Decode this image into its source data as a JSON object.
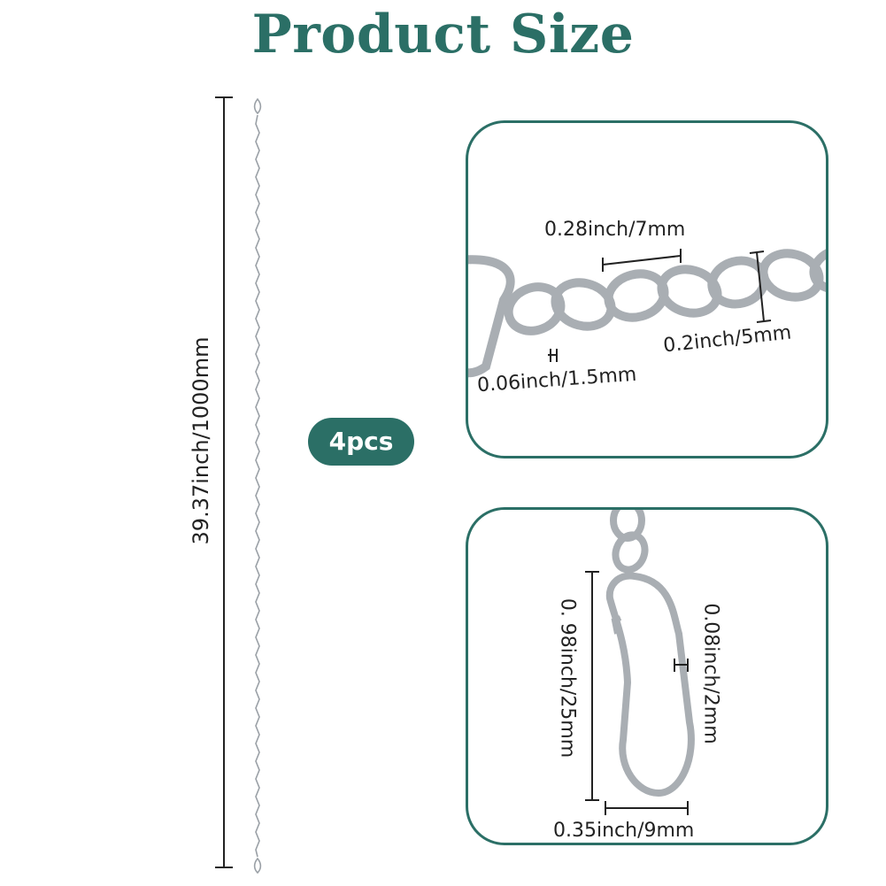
{
  "title": "Product Size",
  "quantity": "4pcs",
  "chain": {
    "length_label": "39.37inch/1000mm"
  },
  "link_detail": {
    "link_length": "0.28inch/7mm",
    "link_width": "0.2inch/5mm",
    "wire_thickness": "0.06inch/1.5mm"
  },
  "clasp_detail": {
    "clasp_length": "0. 98inch/25mm",
    "clasp_wire": "0.08inch/2mm",
    "clasp_width": "0.35inch/9mm"
  },
  "colors": {
    "accent": "#2b6f66",
    "metal": "#a9aeb3"
  }
}
